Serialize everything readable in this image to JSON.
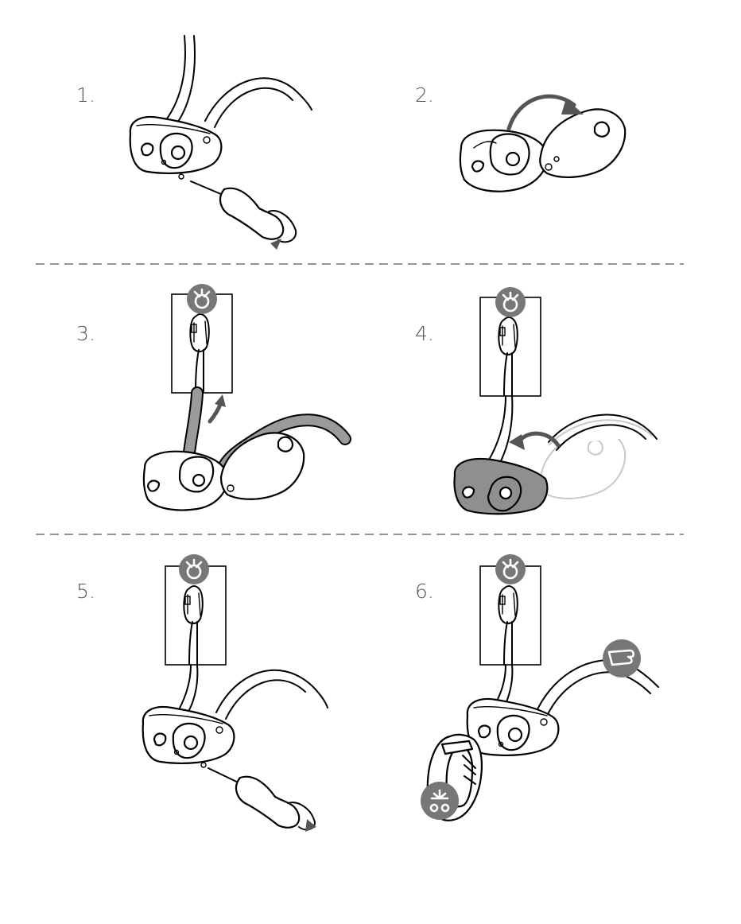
{
  "steps": [
    {
      "label": "1."
    },
    {
      "label": "2."
    },
    {
      "label": "3."
    },
    {
      "label": "4."
    },
    {
      "label": "5."
    },
    {
      "label": "6."
    }
  ],
  "icons": [
    "screwdriver-icon",
    "open-arrow-icon",
    "anchor-badge-icon",
    "close-arrow-icon",
    "hand-grip-badge-icon",
    "harness-badge-icon"
  ],
  "colors": {
    "accent_gray": "#8f8f8f",
    "badge_gray": "#777777",
    "divider": "#555555"
  }
}
